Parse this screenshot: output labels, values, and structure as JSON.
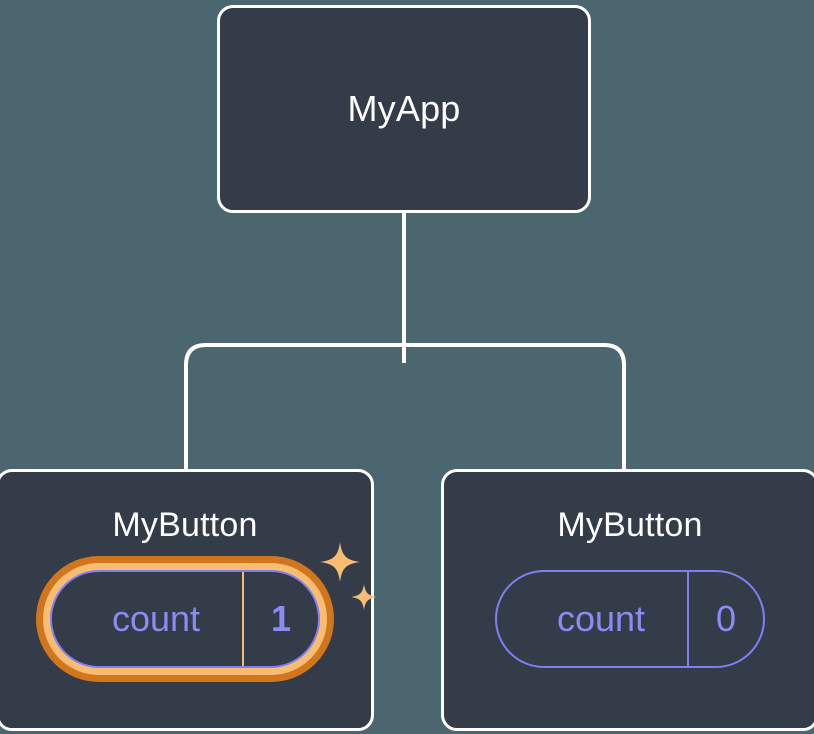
{
  "diagram": {
    "type": "component-tree",
    "background_color": "#4c6670",
    "node_fill_color": "#343b49",
    "node_border_color": "#ffffff",
    "connector_color": "#ffffff",
    "accent_state_color": "#8b8bf5",
    "highlight_outer_color": "#d1761d",
    "highlight_inner_color": "#f8bd72",
    "root": {
      "title": "MyApp"
    },
    "children": [
      {
        "title": "MyButton",
        "state": {
          "key": "count",
          "value": "1"
        },
        "highlighted": true,
        "sparkle_large_icon": "sparkle-icon",
        "sparkle_small_icon": "sparkle-icon"
      },
      {
        "title": "MyButton",
        "state": {
          "key": "count",
          "value": "0"
        },
        "highlighted": false
      }
    ]
  }
}
